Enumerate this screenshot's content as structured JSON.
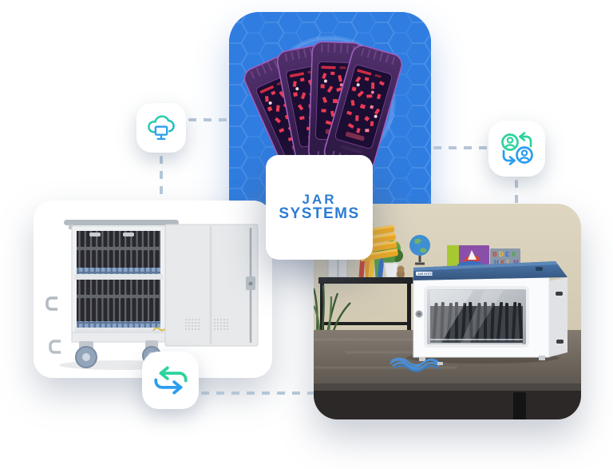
{
  "logo": {
    "line1": "JAR",
    "line2": "SYSTEMS"
  },
  "photo": {
    "cabinet_label": "JAR SYSTEMS"
  },
  "icons": {
    "cloud": "cloud-computing-icon",
    "swap": "user-sync-icon",
    "sync": "sync-arrows-icon"
  },
  "colors": {
    "page_bg": "#ffffff",
    "card_bg": "#ffffff",
    "blue_card": "#2f7de1",
    "logo_text": "#2c7cd4",
    "dash": "#b6c6d8",
    "icon_green": "#2cd39e",
    "icon_blue": "#2a9df0",
    "remote_body": "#42245c",
    "remote_screen": "#1c0d33",
    "glyph_red": "#ea3b55",
    "cabinet_top_blue": "#3d649a",
    "wall_beige": "#d5ccb6",
    "desk_gray": "#746c64",
    "device_yellow": "#f2ac22",
    "cable_blue": "#4a90d8"
  }
}
